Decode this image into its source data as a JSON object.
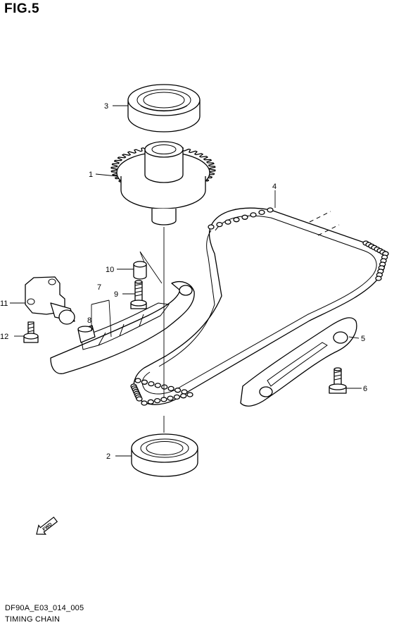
{
  "figure": {
    "title": "FIG.5"
  },
  "callouts": [
    {
      "id": "3",
      "label": "3"
    },
    {
      "id": "1",
      "label": "1"
    },
    {
      "id": "4",
      "label": "4"
    },
    {
      "id": "10",
      "label": "10"
    },
    {
      "id": "7",
      "label": "7"
    },
    {
      "id": "11",
      "label": "11"
    },
    {
      "id": "9",
      "label": "9"
    },
    {
      "id": "8",
      "label": "8"
    },
    {
      "id": "12",
      "label": "12"
    },
    {
      "id": "5",
      "label": "5"
    },
    {
      "id": "6",
      "label": "6"
    },
    {
      "id": "2",
      "label": "2"
    }
  ],
  "fwd_marker": {
    "label": "FWD"
  },
  "footer": {
    "code": "DF90A_E03_014_005",
    "caption": "TIMING CHAIN"
  }
}
